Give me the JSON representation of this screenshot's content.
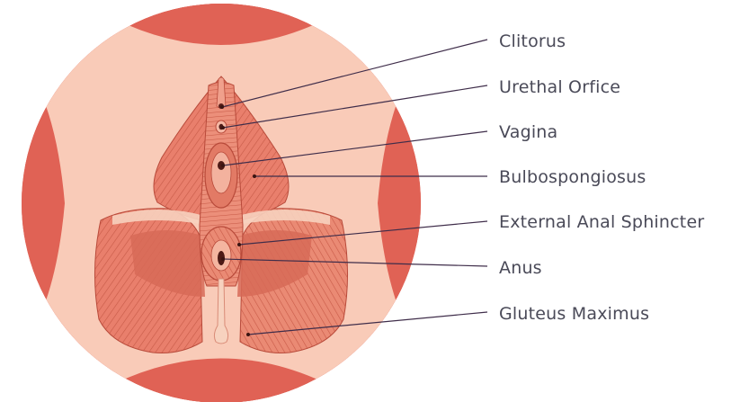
{
  "labels": [
    "Clitorus",
    "Urethal Orfice",
    "Vagina",
    "Bulbospongiosus",
    "External Anal Sphincter",
    "Anus",
    "Gluteus Maximus"
  ],
  "colors": {
    "background": "#ffffff",
    "skin": "#f9cbb8",
    "skin_border": "#e06255",
    "muscle": "#e97f6c",
    "muscle_dark": "#c8523f",
    "fiber": "#b84a3a",
    "tendon": "#f7d2bf",
    "leader_line": "#3f2d4a",
    "label_text": "#4a4a58"
  }
}
